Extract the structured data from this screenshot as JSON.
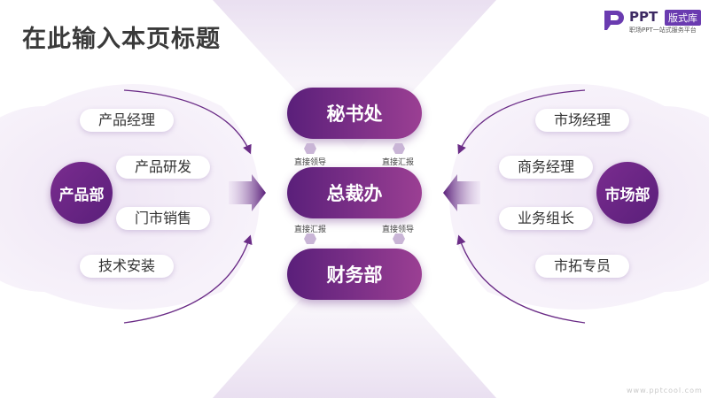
{
  "title": "在此输入本页标题",
  "logo": {
    "brand": "PPT",
    "badge": "版式库",
    "slogan": "职场PPT一站式服务平台"
  },
  "left_group": {
    "name": "产品部",
    "items": [
      "产品经理",
      "产品研发",
      "门市销售",
      "技术安装"
    ]
  },
  "right_group": {
    "name": "市场部",
    "items": [
      "市场经理",
      "商务经理",
      "业务组长",
      "市拓专员"
    ]
  },
  "center": {
    "top": "秘书处",
    "middle": "总裁办",
    "bottom": "财务部"
  },
  "relations": {
    "top_left": "直接领导",
    "top_right": "直接汇报",
    "bottom_left": "直接汇报",
    "bottom_right": "直接领导"
  },
  "website": "www.pptcool.com",
  "colors": {
    "accent_dark": "#5a1f7a",
    "accent_light": "#9b3f93",
    "panel_tint": "#efe6f5",
    "title_color": "#3a3a3a"
  }
}
